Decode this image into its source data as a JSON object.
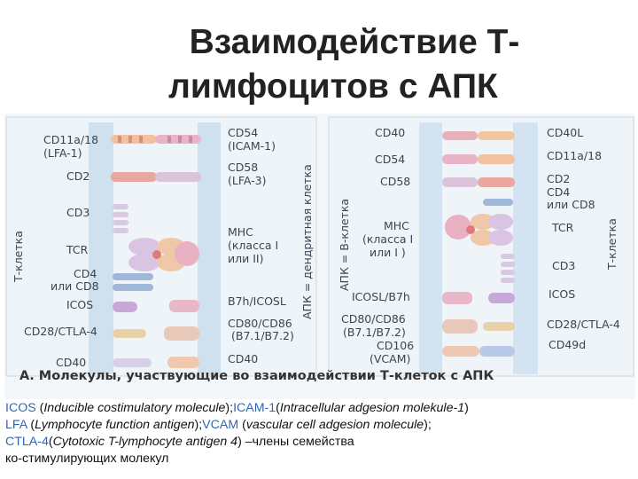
{
  "title": {
    "line1": "Взаимодействие Т-",
    "line2": "лимфоцитов с АПК"
  },
  "colors": {
    "membrane_left": "#cfe0ee",
    "membrane_right": "#d3e3f1",
    "panel_bg": "#eef4f8",
    "term_blue": "#2e66b8"
  },
  "panel_left": {
    "side_label": "Т-клетка",
    "apc_label": "АПК = дендритная клетка",
    "tcell_labels": [
      "CD11a/18",
      "(LFA-1)",
      "CD2",
      "CD3",
      "TCR",
      "CD4",
      "или CD8",
      "ICOS",
      "CD28/CTLA-4",
      "CD40"
    ],
    "apc_labels": [
      "CD54",
      "(ICAM-1)",
      "CD58",
      "(LFA-3)",
      "MHC",
      "(класса I",
      "или II)",
      "B7h/ICOSL",
      "CD80/CD86",
      "(B7.1/B7.2)",
      "CD40"
    ]
  },
  "panel_right": {
    "apc_label": "АПК = В-клетка",
    "side_label": "Т-клетка",
    "apc_labels": [
      "CD40",
      "CD54",
      "CD58",
      "MHC",
      "(класса I",
      "или I )",
      "ICOSL/B7h",
      "CD80/CD86",
      "(B7.1/B7.2)",
      "CD106",
      "(VCAM)"
    ],
    "tcell_labels": [
      "CD40L",
      "CD11a/18",
      "CD2",
      "CD4",
      "или CD8",
      "TCR",
      "CD3",
      "ICOS",
      "CD28/CTLA-4",
      "CD49d"
    ]
  },
  "caption": "А. Молекулы, участвующие во взаимодействии Т-клеток с АПК",
  "legend": {
    "l1": [
      {
        "t": "ICOS",
        "k": "term"
      },
      {
        "t": " (",
        "k": "plain"
      },
      {
        "t": "Inducible costimulatory molecule",
        "k": "exp"
      },
      {
        "t": ");",
        "k": "plain"
      },
      {
        "t": "ICAM-1",
        "k": "term"
      },
      {
        "t": "(",
        "k": "plain"
      },
      {
        "t": "Intracellular adgesion molekule-1",
        "k": "exp"
      },
      {
        "t": ")",
        "k": "plain"
      }
    ],
    "l2": [
      {
        "t": " LFA",
        "k": "term"
      },
      {
        "t": " (",
        "k": "plain"
      },
      {
        "t": "Lymphocyte function antigen",
        "k": "exp"
      },
      {
        "t": ");",
        "k": "plain"
      },
      {
        "t": "VCAM",
        "k": "term"
      },
      {
        "t": " (",
        "k": "plain"
      },
      {
        "t": "vascular cell adgesion molecule",
        "k": "exp"
      },
      {
        "t": ");",
        "k": "plain"
      }
    ],
    "l3": [
      {
        "t": "CTLA-4",
        "k": "term"
      },
      {
        "t": "(",
        "k": "plain"
      },
      {
        "t": "Cytotoxic T-lymphocyte antigen 4",
        "k": "exp"
      },
      {
        "t": ") –члены семейства",
        "k": "plain"
      }
    ],
    "l4": [
      {
        "t": "ко-стимулирующих молекул",
        "k": "plain"
      }
    ]
  }
}
